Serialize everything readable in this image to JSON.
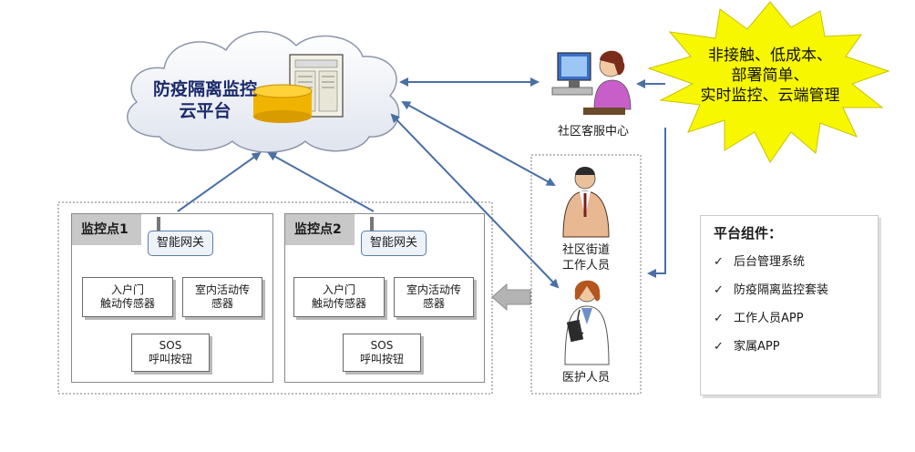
{
  "cloud": {
    "title_line1": "防疫隔离监控",
    "title_line2": "云平台",
    "server_icon": "server-icon",
    "database_icon": "database-icon"
  },
  "service_center": {
    "label": "社区客服中心",
    "icon": "operator-at-computer-icon"
  },
  "star": {
    "line1": "非接触、低成本、",
    "line2": "部署简单、",
    "line3": "实时监控、云端管理",
    "color": "#f7f700"
  },
  "sites": [
    {
      "label": "监控点1",
      "gateway": "智能网关",
      "door_sensor_l1": "入户门",
      "door_sensor_l2": "触动传感器",
      "indoor_sensor_l1": "室内活动传",
      "indoor_sensor_l2": "感器",
      "sos_l1": "SOS",
      "sos_l2": "呼叫按钮"
    },
    {
      "label": "监控点2",
      "gateway": "智能网关",
      "door_sensor_l1": "入户门",
      "door_sensor_l2": "触动传感器",
      "indoor_sensor_l1": "室内活动传",
      "indoor_sensor_l2": "感器",
      "sos_l1": "SOS",
      "sos_l2": "呼叫按钮"
    }
  ],
  "staff": {
    "street_worker_l1": "社区街道",
    "street_worker_l2": "工作人员",
    "street_worker_icon": "office-worker-icon",
    "medical_staff": "医护人员",
    "medical_icon": "doctor-icon"
  },
  "components": {
    "title": "平台组件：",
    "items": [
      "后台管理系统",
      "防疫隔离监控套装",
      "工作人员APP",
      "家属APP"
    ],
    "check": "✓"
  },
  "colors": {
    "arrow": "#4a6fa5",
    "cloud_fill": "#eef1f7",
    "navy": "#1b2a6b"
  }
}
